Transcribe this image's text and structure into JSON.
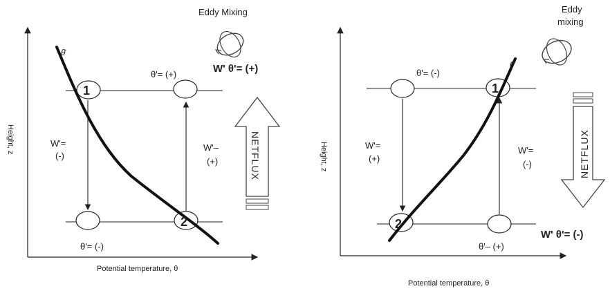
{
  "left_panel": {
    "axis_y_label": "Height, z",
    "axis_x_label": "Potential temperature, θ",
    "curve_label": "θ̄",
    "mixing_title": "Eddy Mixing",
    "flux_equation": "W' θ'= (+)",
    "point_1": "1",
    "point_2": "2",
    "theta_top": "θ'= (+)",
    "theta_bottom": "θ'= (-)",
    "w_left_line1": "W'=",
    "w_left_line2": "(-)",
    "w_right_line1": "W'–",
    "w_right_line2": "(+)",
    "netflux": "NETFLUX"
  },
  "right_panel": {
    "axis_y_label": "Height, z",
    "axis_x_label": "Potential temperature, θ",
    "curve_label": "θ̄",
    "mixing_title_line1": "Eddy",
    "mixing_title_line2": "mixing",
    "flux_equation": "W' θ'= (-)",
    "point_1": "1",
    "point_2": "2",
    "theta_top": "θ'= (-)",
    "theta_bottom": "θ'– (+)",
    "w_left_line1": "W'=",
    "w_left_line2": "(+)",
    "w_right_line1": "W'=",
    "w_right_line2": "(-)",
    "netflux": "NETFLUX"
  }
}
